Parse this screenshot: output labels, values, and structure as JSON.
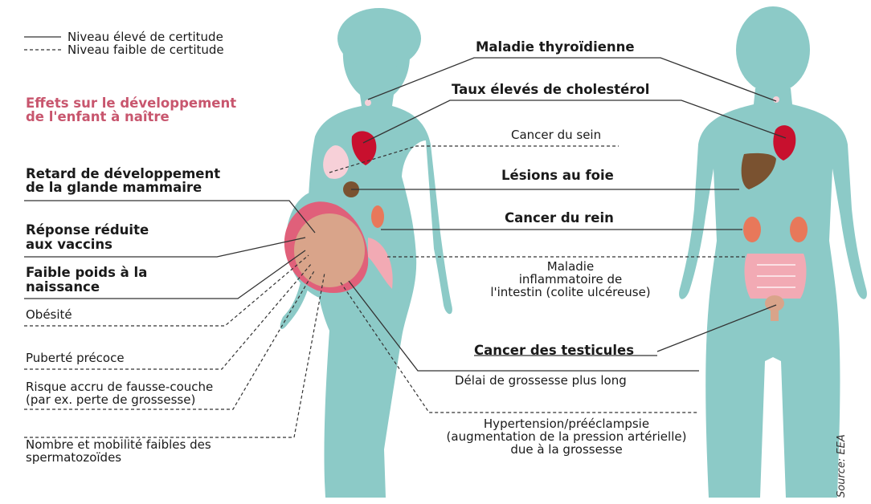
{
  "legend": {
    "high": "Niveau élevé de certitude",
    "low": "Niveau faible de certitude"
  },
  "section_title": "Effets sur le développement\nde l'enfant à naître",
  "left_labels": {
    "mammary": "Retard de développement\nde la glande mammaire",
    "vaccines": "Réponse réduite\naux vaccins",
    "birth_weight": "Faible poids à la\nnaissance",
    "obesity": "Obésité",
    "puberty": "Puberté précoce",
    "miscarriage": "Risque accru de fausse-couche\n(par ex. perte de grossesse)",
    "sperm": "Nombre et mobilité faibles des\nspermatozoïdes"
  },
  "center_labels": {
    "thyroid": "Maladie thyroïdienne",
    "cholesterol": "Taux élevés de cholestérol",
    "breast_cancer": "Cancer du sein",
    "liver": "Lésions au foie",
    "kidney": "Cancer du rein",
    "ibd": "Maladie\ninflammatoire de\nl'intestin (colite ulcéreuse)",
    "testicular": "Cancer des testicules",
    "pregnancy_delay": "Délai de grossesse plus long",
    "hypertension": "Hypertension/prééclampsie\n(augmentation de la pression artérielle)\ndue à la grossesse"
  },
  "source": "Source: EEA",
  "colors": {
    "body": "#8ccac7",
    "organ_red": "#c8102e",
    "liver": "#7a5230",
    "kidney": "#e8785a",
    "intestine": "#f2aab4",
    "uterus": "#e0607a",
    "fetus": "#d9a48a",
    "breast": "#f7d0d8",
    "title_pink": "#c8566e"
  }
}
